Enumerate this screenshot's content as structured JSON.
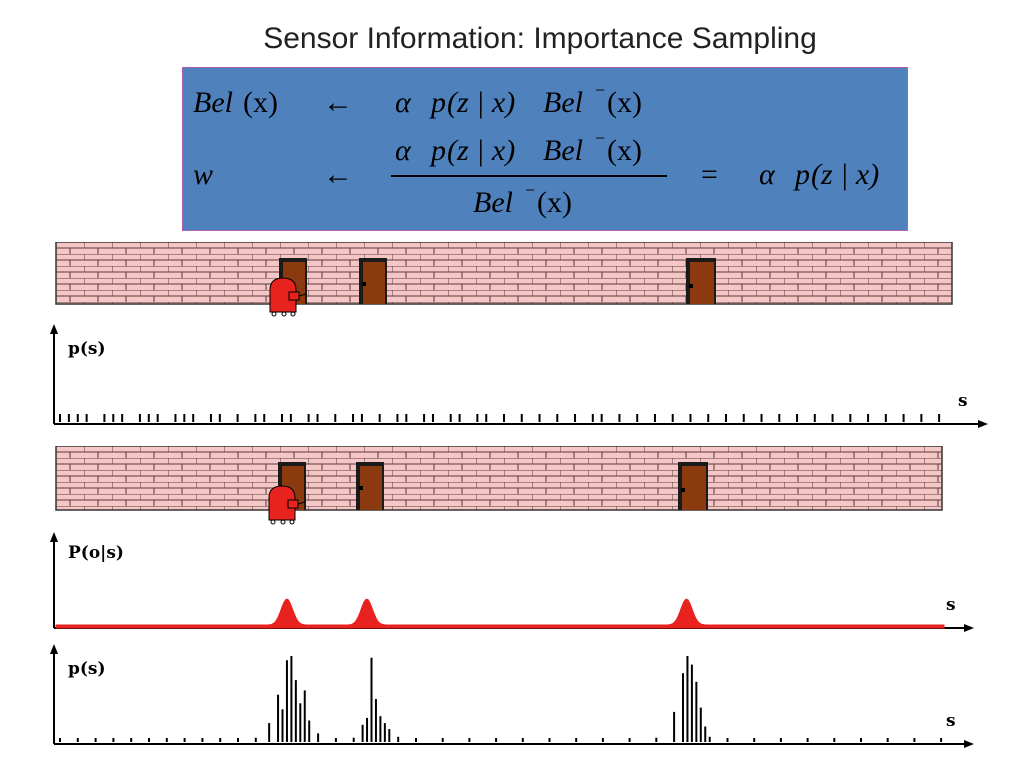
{
  "title": "Sensor Information: Importance Sampling",
  "formula": {
    "line1": {
      "lhs": "Bel",
      "arg": "(x)",
      "arrow": "←",
      "rhs_alpha": "α",
      "rhs_p": "p",
      "rhs_cond": "(z | x)",
      "rhs_bel": "Bel",
      "rhs_sup": "−",
      "rhs_arg": "(x)"
    },
    "line2": {
      "lhs": "w",
      "arrow": "←",
      "num_alpha": "α",
      "num_p": "p",
      "num_cond": "(z | x)",
      "num_bel": "Bel",
      "num_sup": "−",
      "num_arg": "(x)",
      "den_bel": "Bel",
      "den_sup": "−",
      "den_arg": "(x)",
      "eq": "=",
      "res_alpha": "α",
      "res_p": "p",
      "res_cond": "(z | x)"
    }
  },
  "colors": {
    "formula_bg": "#4f81bd",
    "wall_pink": "#f5c6c6",
    "brick_line": "#5a3a3a",
    "door_brown": "#8b3a0f",
    "robot_red": "#e8231f",
    "curve_red": "#e8231f"
  },
  "plots": {
    "prior": {
      "ylabel": "p(s)",
      "xlabel": "s"
    },
    "likelihood": {
      "ylabel": "P(o|s)",
      "xlabel": "s"
    },
    "posterior": {
      "ylabel": "p(s)",
      "xlabel": "s"
    }
  },
  "chart_data": [
    {
      "type": "line",
      "ylabel": "p(s)",
      "xlabel": "s",
      "description_of_marks": "uniform particle set",
      "x": [
        0.0,
        0.01,
        0.02,
        0.03,
        0.05,
        0.06,
        0.07,
        0.09,
        0.1,
        0.11,
        0.13,
        0.14,
        0.15,
        0.17,
        0.18,
        0.2,
        0.22,
        0.23,
        0.25,
        0.26,
        0.28,
        0.29,
        0.31,
        0.33,
        0.34,
        0.36,
        0.38,
        0.39,
        0.41,
        0.42,
        0.44,
        0.45,
        0.47,
        0.48,
        0.5,
        0.52,
        0.54,
        0.56,
        0.58,
        0.6,
        0.61,
        0.63,
        0.65,
        0.67,
        0.69,
        0.71,
        0.73,
        0.75,
        0.77,
        0.79,
        0.81,
        0.83,
        0.85,
        0.87,
        0.89,
        0.91,
        0.93,
        0.95,
        0.97,
        0.99
      ],
      "weights": "equal"
    },
    {
      "type": "line",
      "ylabel": "P(o|s)",
      "xlabel": "s",
      "peaks_at_s": [
        0.26,
        0.35,
        0.71
      ],
      "baseline": "low constant"
    },
    {
      "type": "bar",
      "ylabel": "p(s)",
      "xlabel": "s",
      "x": [
        0.0,
        0.02,
        0.04,
        0.06,
        0.08,
        0.1,
        0.12,
        0.14,
        0.16,
        0.18,
        0.2,
        0.22,
        0.235,
        0.245,
        0.25,
        0.255,
        0.26,
        0.265,
        0.27,
        0.275,
        0.28,
        0.29,
        0.31,
        0.33,
        0.34,
        0.345,
        0.35,
        0.355,
        0.36,
        0.365,
        0.37,
        0.38,
        0.4,
        0.43,
        0.46,
        0.49,
        0.52,
        0.55,
        0.58,
        0.61,
        0.64,
        0.67,
        0.69,
        0.7,
        0.705,
        0.71,
        0.715,
        0.72,
        0.725,
        0.73,
        0.75,
        0.78,
        0.81,
        0.84,
        0.87,
        0.9,
        0.93,
        0.96,
        0.99
      ],
      "values": [
        0.03,
        0.03,
        0.02,
        0.03,
        0.02,
        0.03,
        0.02,
        0.03,
        0.02,
        0.03,
        0.02,
        0.05,
        0.22,
        0.55,
        0.38,
        0.95,
        1.0,
        0.72,
        0.45,
        0.6,
        0.25,
        0.1,
        0.04,
        0.05,
        0.2,
        0.28,
        0.98,
        0.5,
        0.3,
        0.22,
        0.15,
        0.06,
        0.03,
        0.02,
        0.03,
        0.02,
        0.03,
        0.02,
        0.03,
        0.02,
        0.03,
        0.05,
        0.35,
        0.8,
        1.0,
        0.9,
        0.7,
        0.4,
        0.18,
        0.06,
        0.03,
        0.02,
        0.03,
        0.02,
        0.03,
        0.02,
        0.03,
        0.02,
        0.03
      ]
    }
  ]
}
